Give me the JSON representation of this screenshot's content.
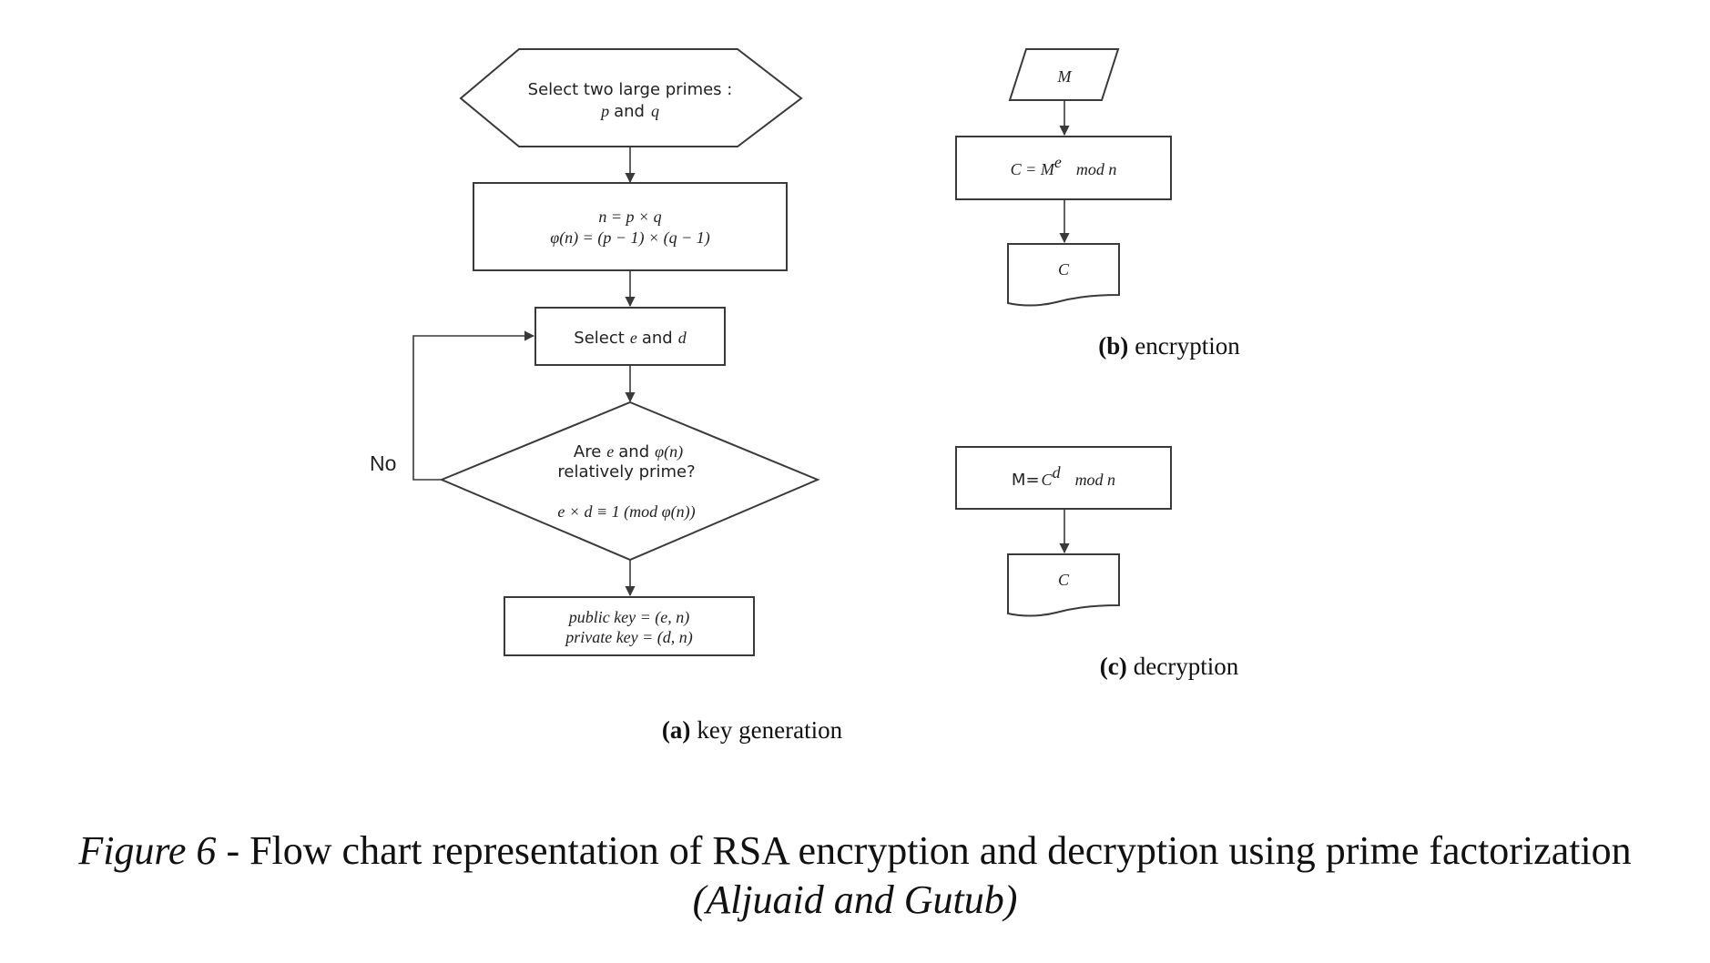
{
  "key_generation": {
    "start_line1": "Select two large primes :",
    "start_p": "p",
    "start_and": "and",
    "start_q": "q",
    "compute_n": "n = p × q",
    "compute_phi": "φ(n) = (p − 1) × (q − 1)",
    "select_prefix": "Select",
    "select_e": "e",
    "select_and": "and",
    "select_d": "d",
    "decision_prefix": "Are",
    "decision_e": "e",
    "decision_and": "and",
    "decision_phi": "φ(n)",
    "decision_line2": "relatively prime?",
    "decision_formula": "e × d ≡ 1 (mod φ(n))",
    "no_label": "No",
    "output_public": "public key = (e, n)",
    "output_private": "private key = (d, n)",
    "caption_letter": "(a)",
    "caption_text": "key generation"
  },
  "encryption": {
    "input": "M",
    "formula_lhs": "C = M",
    "formula_exp": "e",
    "formula_mod": "mod n",
    "output": "C",
    "caption_letter": "(b)",
    "caption_text": "encryption"
  },
  "decryption": {
    "formula_lhs": "M=",
    "formula_base": "C",
    "formula_exp": "d",
    "formula_mod": "mod n",
    "output": "C",
    "caption_letter": "(c)",
    "caption_text": "decryption"
  },
  "figure_caption": {
    "label": "Figure 6",
    "text": " - Flow chart representation of RSA encryption and decryption using prime factorization",
    "source": "(Aljuaid and Gutub)"
  }
}
